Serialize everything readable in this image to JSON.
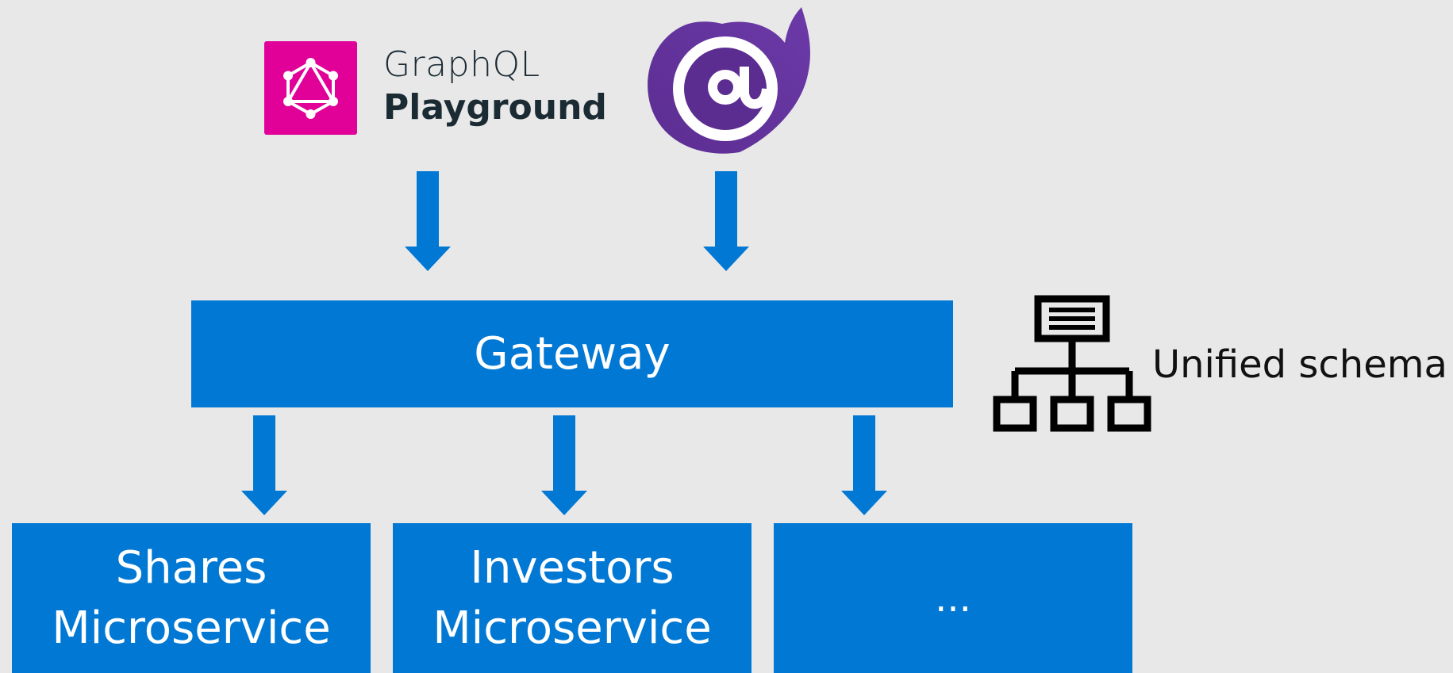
{
  "clients": {
    "graphql": {
      "icon": "graphql-logo",
      "line1": "GraphQL",
      "line2": "Playground",
      "color": "#e10098"
    },
    "blazor": {
      "icon": "blazor-logo",
      "color": "#5c2d91"
    }
  },
  "gateway": {
    "label": "Gateway",
    "color": "#0078d4"
  },
  "schema": {
    "icon": "hierarchy-icon",
    "label": "Unified schema"
  },
  "services": [
    {
      "line1": "Shares",
      "line2": "Microservice"
    },
    {
      "line1": "Investors",
      "line2": "Microservice"
    },
    {
      "line1": "..."
    }
  ],
  "arrow_color": "#0078d4"
}
